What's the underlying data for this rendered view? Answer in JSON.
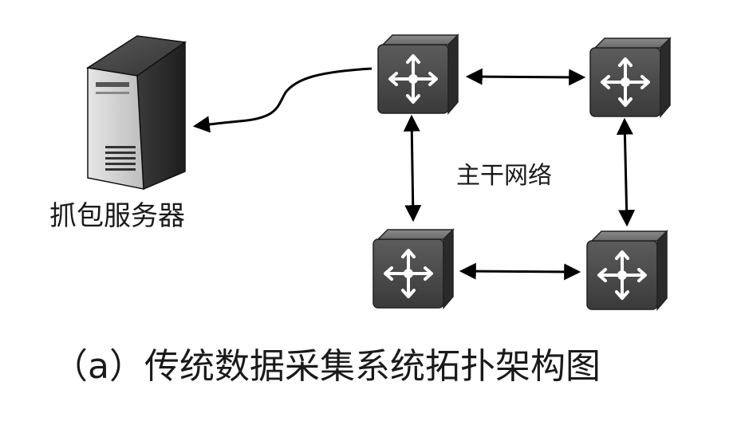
{
  "server": {
    "label": "抓包服务器"
  },
  "network": {
    "label": "主干网络"
  },
  "caption": {
    "text": "（a）传统数据采集系统拓扑架构图"
  },
  "routers": [
    {
      "id": "router-top-left"
    },
    {
      "id": "router-top-right"
    },
    {
      "id": "router-bottom-left"
    },
    {
      "id": "router-bottom-right"
    }
  ],
  "colors": {
    "router_front": "#4a4a4a",
    "router_top": "#707070",
    "router_side": "#2a2a2a",
    "server_front": "#d9d9d9",
    "server_dark": "#2e2e2e",
    "line": "#000000"
  }
}
